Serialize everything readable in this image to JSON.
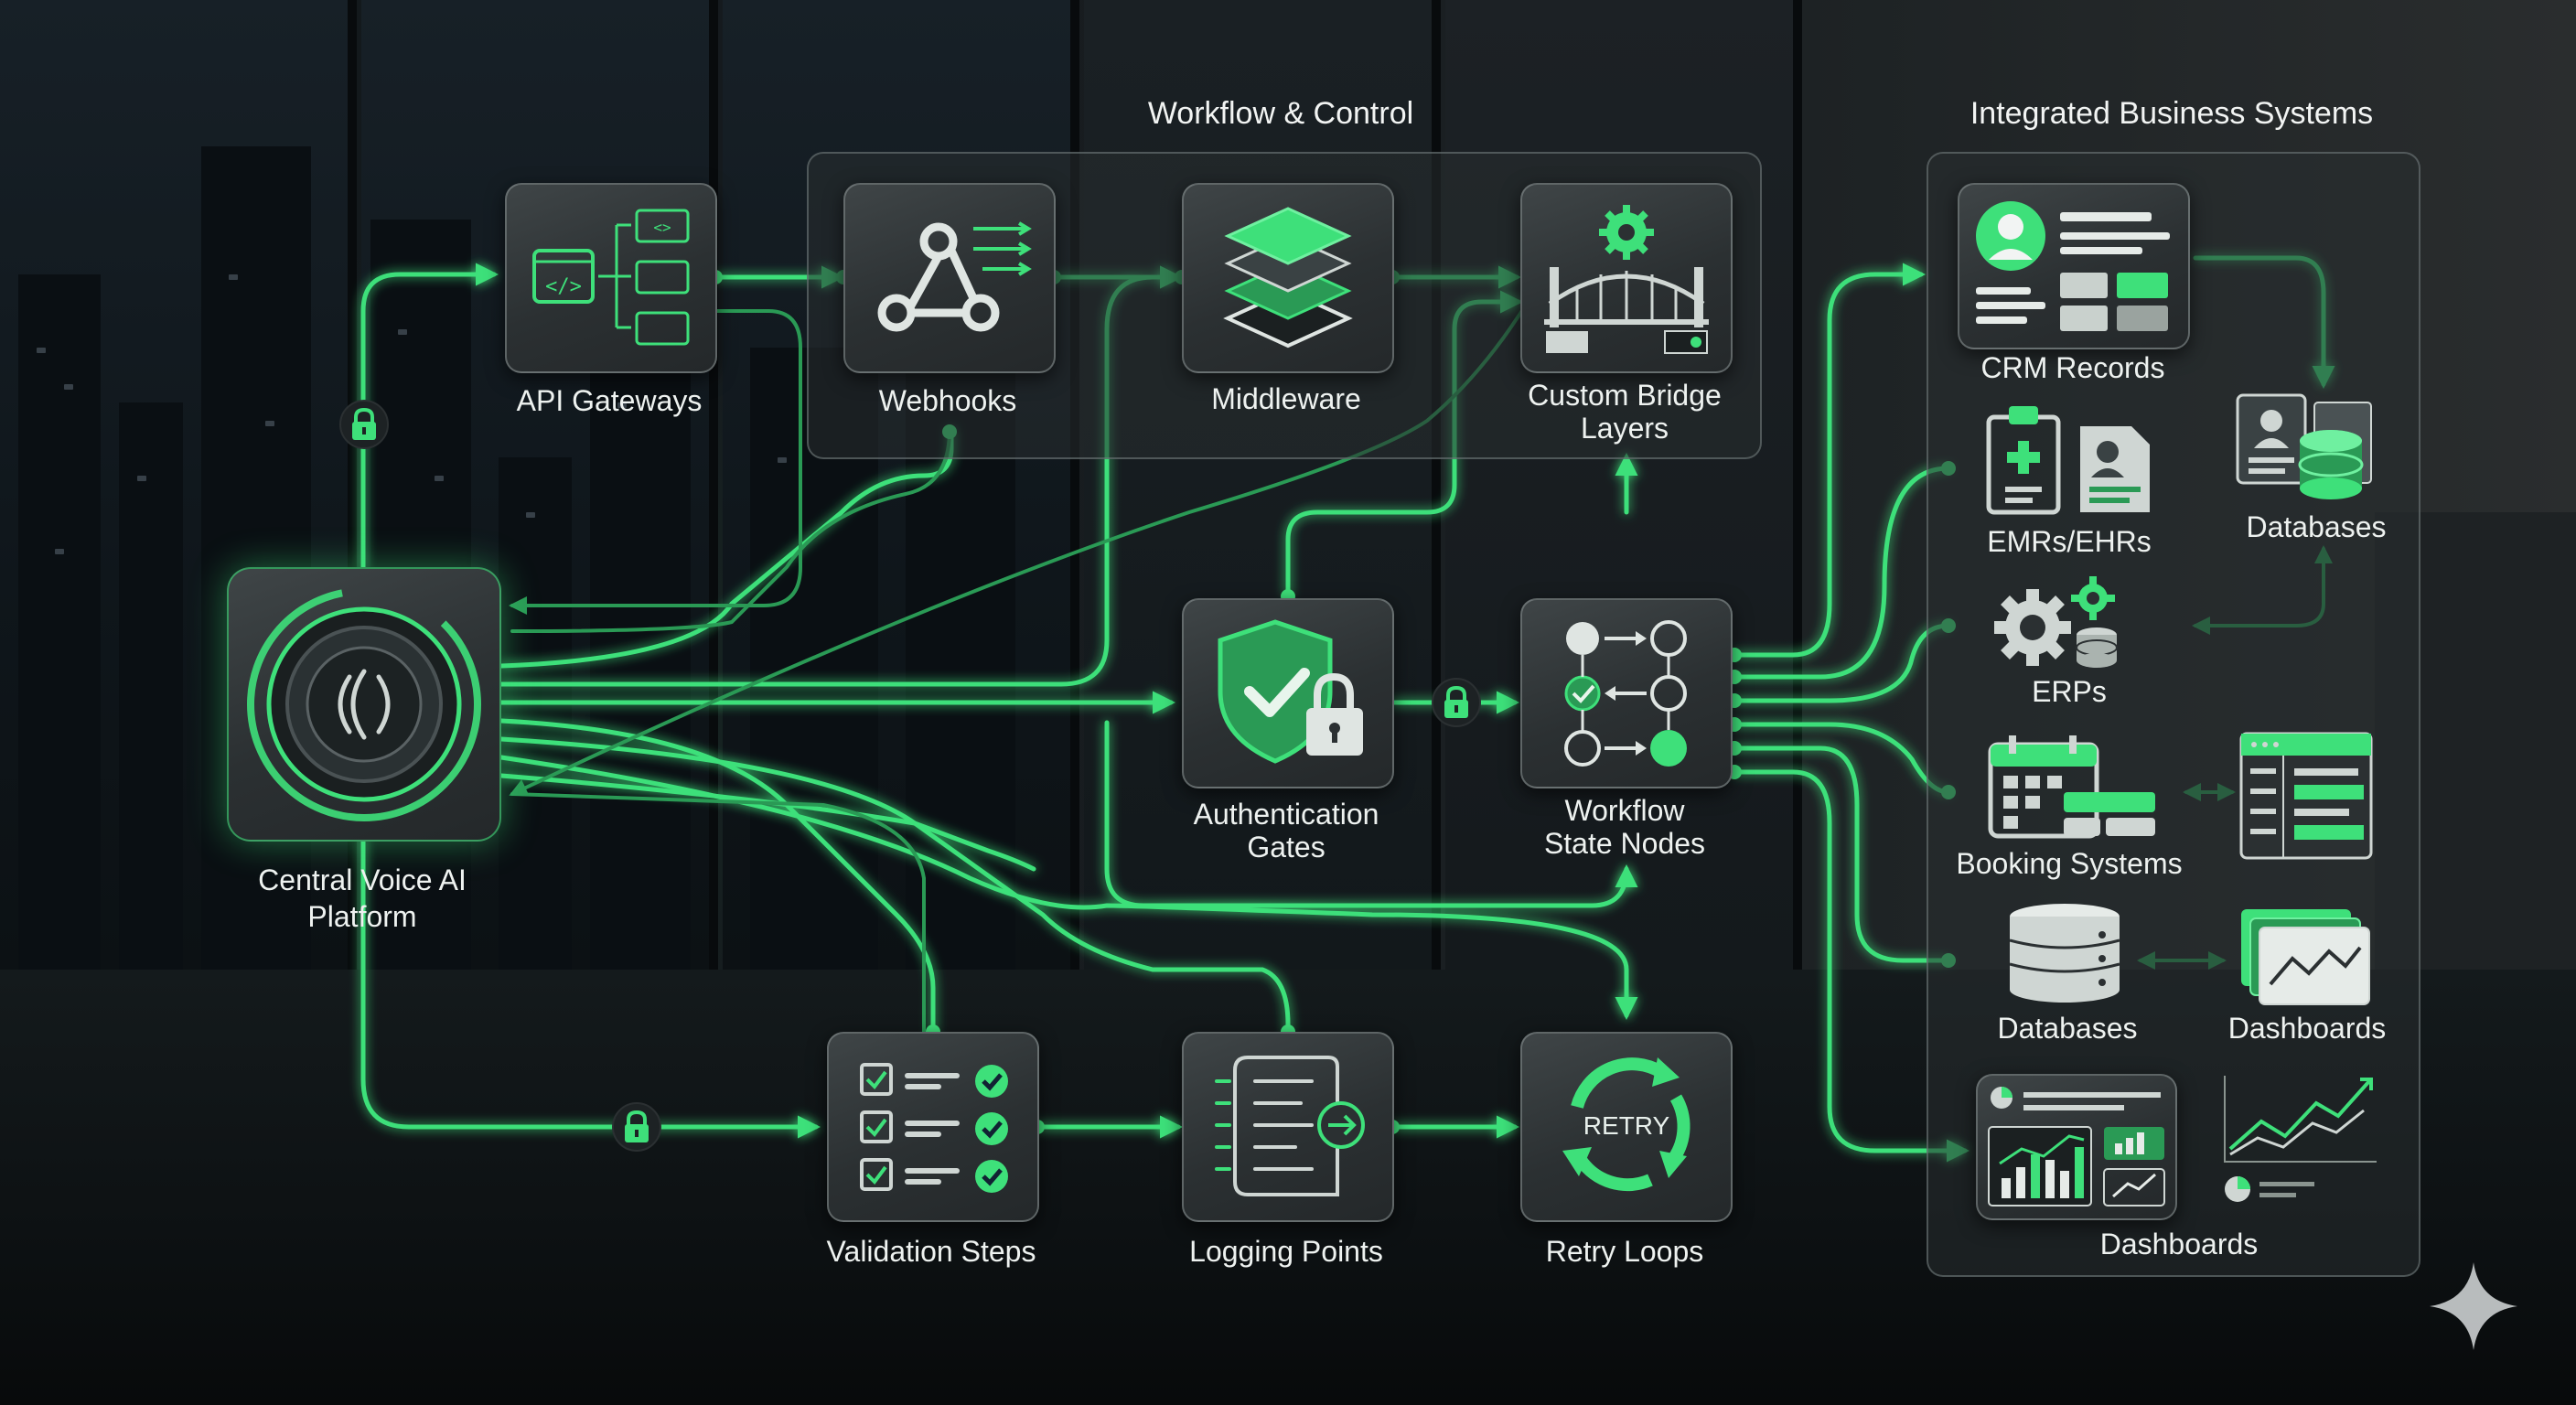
{
  "colors": {
    "accent": "#3ee07a",
    "accent_dim": "#2a9a55",
    "tile_bg": "#2f3436",
    "text": "#eef2f0"
  },
  "sections": {
    "workflow_title": "Workflow & Control",
    "business_title": "Integrated Business Systems"
  },
  "core": {
    "label_line1": "Central Voice AI",
    "label_line2": "Platform",
    "icon": "voice-ring-icon"
  },
  "workflow_nodes": {
    "api_gateways": {
      "label": "API Gateways",
      "icon": "code-branch-icon"
    },
    "webhooks": {
      "label": "Webhooks",
      "icon": "webhook-icon"
    },
    "middleware": {
      "label": "Middleware",
      "icon": "layers-icon"
    },
    "custom_bridge": {
      "label_line1": "Custom Bridge",
      "label_line2": "Layers",
      "icon": "bridge-gear-icon"
    },
    "auth_gates": {
      "label_line1": "Authentication",
      "label_line2": "Gates",
      "icon": "shield-lock-icon"
    },
    "state_nodes": {
      "label_line1": "Workflow",
      "label_line2": "State Nodes",
      "icon": "state-graph-icon"
    },
    "validation": {
      "label": "Validation Steps",
      "icon": "checklist-icon"
    },
    "logging": {
      "label": "Logging Points",
      "icon": "log-document-icon"
    },
    "retry": {
      "label": "Retry Loops",
      "icon": "retry-cycle-icon",
      "inner_text": "RETRY"
    }
  },
  "business_systems": {
    "crm": {
      "label": "CRM Records",
      "icon": "crm-profile-icon"
    },
    "databases_top": {
      "label": "Databases",
      "icon": "database-docs-icon"
    },
    "emr": {
      "label": "EMRs/EHRs",
      "icon": "medical-record-icon"
    },
    "erp": {
      "label": "ERPs",
      "icon": "gears-database-icon"
    },
    "booking": {
      "label": "Booking Systems",
      "icon": "calendar-icon"
    },
    "booking_screen": {
      "icon": "schedule-screen-icon"
    },
    "databases_mid": {
      "label": "Databases",
      "icon": "server-stack-icon"
    },
    "dashboards_mid": {
      "label": "Dashboards",
      "icon": "chart-screens-icon"
    },
    "dashboards_bottom": {
      "label": "Dashboards",
      "icon": "analytics-dashboard-icon"
    },
    "trend_chart": {
      "icon": "trend-chart-icon"
    }
  },
  "locks": {
    "icon": "padlock-icon"
  }
}
